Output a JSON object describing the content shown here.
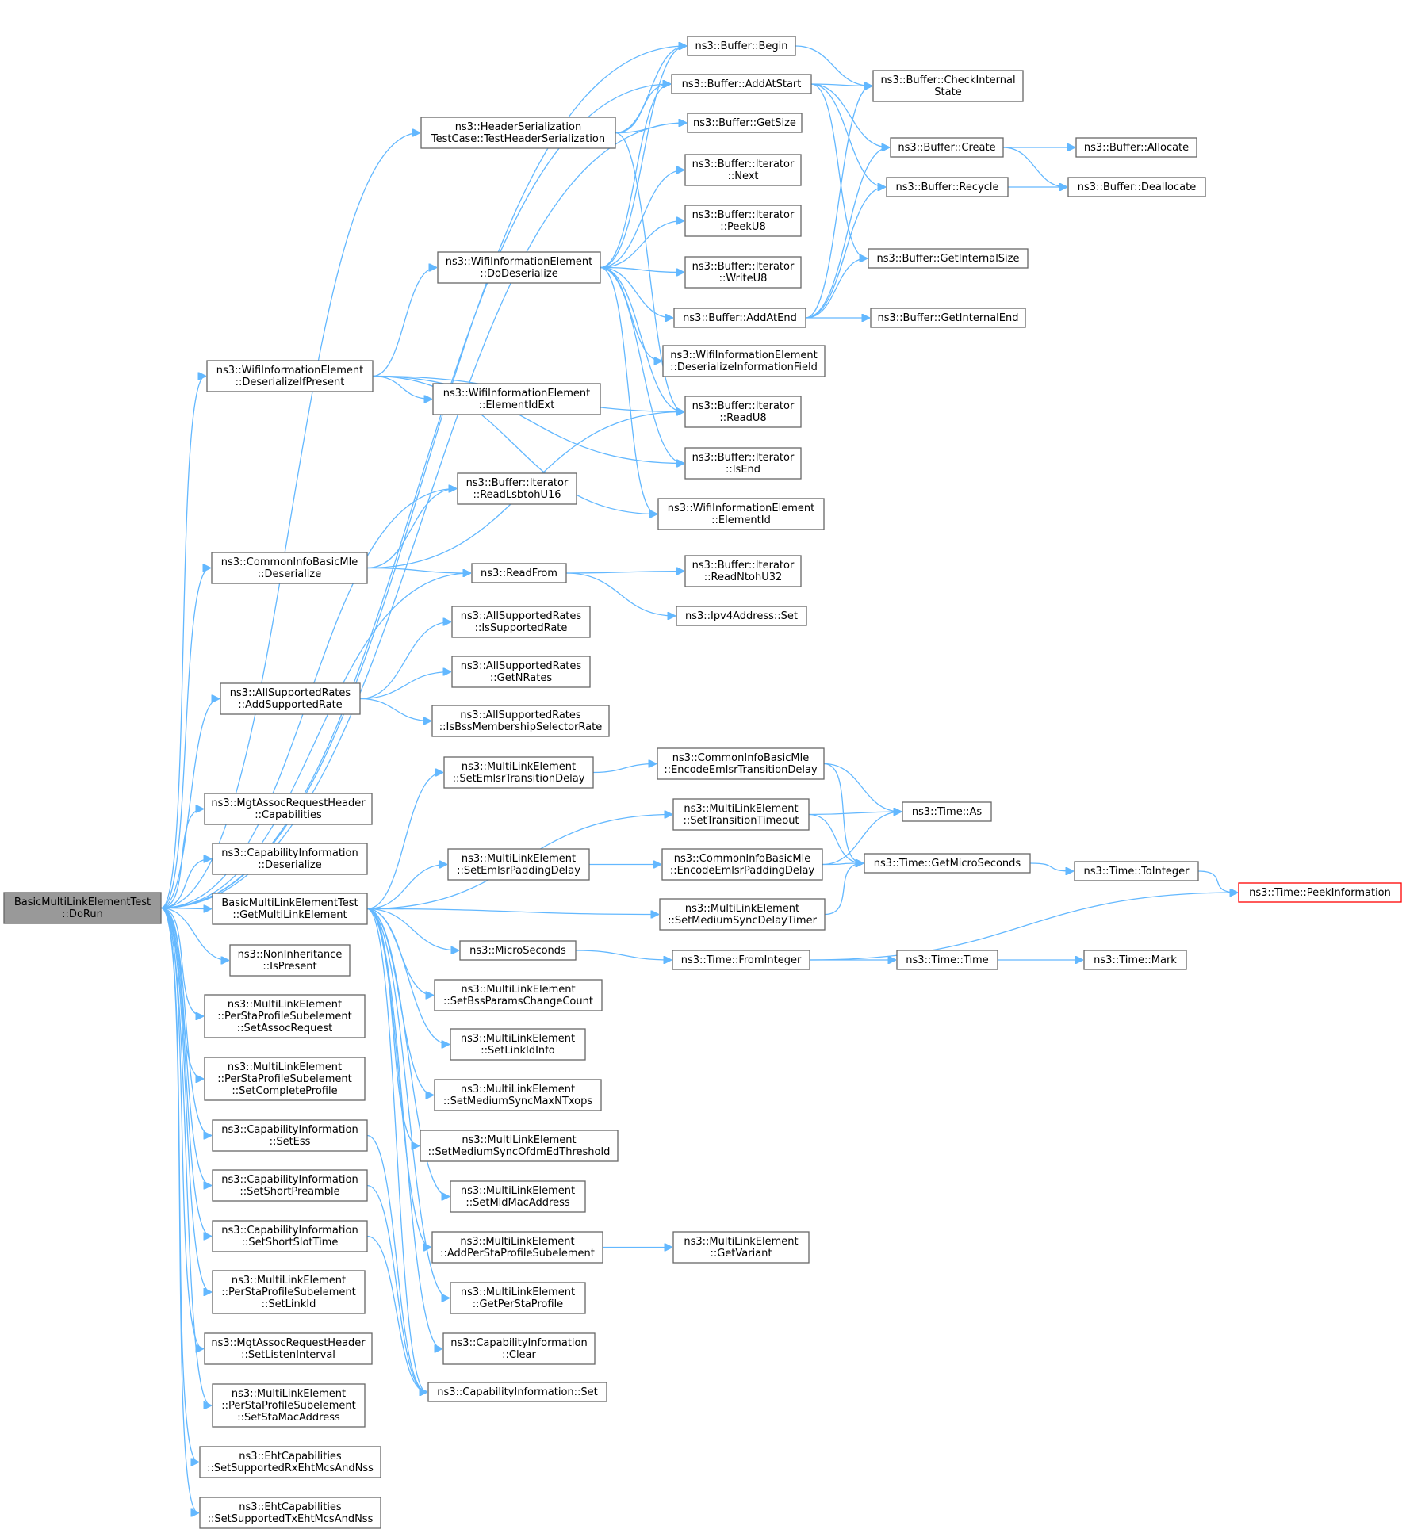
{
  "diagram": {
    "nodes": [
      {
        "id": "dorun",
        "lines": [
          "BasicMultiLinkElementTest",
          "::DoRun"
        ],
        "root": true
      },
      {
        "id": "begin",
        "lines": [
          "ns3::Buffer::Begin"
        ]
      },
      {
        "id": "addAtStart",
        "lines": [
          "ns3::Buffer::AddAtStart"
        ]
      },
      {
        "id": "checkInternal",
        "lines": [
          "ns3::Buffer::CheckInternal",
          "State"
        ]
      },
      {
        "id": "headerSer",
        "lines": [
          "ns3::HeaderSerialization",
          "TestCase::TestHeaderSerialization"
        ]
      },
      {
        "id": "getSize",
        "lines": [
          "ns3::Buffer::GetSize"
        ]
      },
      {
        "id": "create",
        "lines": [
          "ns3::Buffer::Create"
        ]
      },
      {
        "id": "allocate",
        "lines": [
          "ns3::Buffer::Allocate"
        ]
      },
      {
        "id": "recycle",
        "lines": [
          "ns3::Buffer::Recycle"
        ]
      },
      {
        "id": "deallocate",
        "lines": [
          "ns3::Buffer::Deallocate"
        ]
      },
      {
        "id": "itNext",
        "lines": [
          "ns3::Buffer::Iterator",
          "::Next"
        ]
      },
      {
        "id": "itPeekU8",
        "lines": [
          "ns3::Buffer::Iterator",
          "::PeekU8"
        ]
      },
      {
        "id": "wieDoDeser",
        "lines": [
          "ns3::WifiInformationElement",
          "::DoDeserialize"
        ]
      },
      {
        "id": "itWriteU8",
        "lines": [
          "ns3::Buffer::Iterator",
          "::WriteU8"
        ]
      },
      {
        "id": "getInternalSize",
        "lines": [
          "ns3::Buffer::GetInternalSize"
        ]
      },
      {
        "id": "addAtEnd",
        "lines": [
          "ns3::Buffer::AddAtEnd"
        ]
      },
      {
        "id": "getInternalEnd",
        "lines": [
          "ns3::Buffer::GetInternalEnd"
        ]
      },
      {
        "id": "wieDeserField",
        "lines": [
          "ns3::WifiInformationElement",
          "::DeserializeInformationField"
        ]
      },
      {
        "id": "wieDeserIfPresent",
        "lines": [
          "ns3::WifiInformationElement",
          "::DeserializeIfPresent"
        ]
      },
      {
        "id": "wieElementIdExt",
        "lines": [
          "ns3::WifiInformationElement",
          "::ElementIdExt"
        ]
      },
      {
        "id": "itReadU8",
        "lines": [
          "ns3::Buffer::Iterator",
          "::ReadU8"
        ]
      },
      {
        "id": "itIsEnd",
        "lines": [
          "ns3::Buffer::Iterator",
          "::IsEnd"
        ]
      },
      {
        "id": "itReadLsb",
        "lines": [
          "ns3::Buffer::Iterator",
          "::ReadLsbtohU16"
        ]
      },
      {
        "id": "wieElementId",
        "lines": [
          "ns3::WifiInformationElement",
          "::ElementId"
        ]
      },
      {
        "id": "ciDeser",
        "lines": [
          "ns3::CommonInfoBasicMle",
          "::Deserialize"
        ]
      },
      {
        "id": "readFrom",
        "lines": [
          "ns3::ReadFrom"
        ]
      },
      {
        "id": "itReadNtoh",
        "lines": [
          "ns3::Buffer::Iterator",
          "::ReadNtohU32"
        ]
      },
      {
        "id": "ipv4Set",
        "lines": [
          "ns3::Ipv4Address::Set"
        ]
      },
      {
        "id": "asrIsSupported",
        "lines": [
          "ns3::AllSupportedRates",
          "::IsSupportedRate"
        ]
      },
      {
        "id": "asrAdd",
        "lines": [
          "ns3::AllSupportedRates",
          "::AddSupportedRate"
        ]
      },
      {
        "id": "asrGetNRates",
        "lines": [
          "ns3::AllSupportedRates",
          "::GetNRates"
        ]
      },
      {
        "id": "asrIsBss",
        "lines": [
          "ns3::AllSupportedRates",
          "::IsBssMembershipSelectorRate"
        ]
      },
      {
        "id": "mleSetEmlsrTrans",
        "lines": [
          "ns3::MultiLinkElement",
          "::SetEmlsrTransitionDelay"
        ]
      },
      {
        "id": "ciEncodeTrans",
        "lines": [
          "ns3::CommonInfoBasicMle",
          "::EncodeEmlsrTransitionDelay"
        ]
      },
      {
        "id": "mgtCaps",
        "lines": [
          "ns3::MgtAssocRequestHeader",
          "::Capabilities"
        ]
      },
      {
        "id": "mleSetTransTimeout",
        "lines": [
          "ns3::MultiLinkElement",
          "::SetTransitionTimeout"
        ]
      },
      {
        "id": "timeAs",
        "lines": [
          "ns3::Time::As"
        ]
      },
      {
        "id": "capDeser",
        "lines": [
          "ns3::CapabilityInformation",
          "::Deserialize"
        ]
      },
      {
        "id": "mleSetEmlsrPad",
        "lines": [
          "ns3::MultiLinkElement",
          "::SetEmlsrPaddingDelay"
        ]
      },
      {
        "id": "ciEncodePad",
        "lines": [
          "ns3::CommonInfoBasicMle",
          "::EncodeEmlsrPaddingDelay"
        ]
      },
      {
        "id": "timeGetMicro",
        "lines": [
          "ns3::Time::GetMicroSeconds"
        ]
      },
      {
        "id": "timeToInteger",
        "lines": [
          "ns3::Time::ToInteger"
        ]
      },
      {
        "id": "timePeekInfo",
        "lines": [
          "ns3::Time::PeekInformation"
        ],
        "warn": true
      },
      {
        "id": "getMle",
        "lines": [
          "BasicMultiLinkElementTest",
          "::GetMultiLinkElement"
        ]
      },
      {
        "id": "mleSetMedSyncTimer",
        "lines": [
          "ns3::MultiLinkElement",
          "::SetMediumSyncDelayTimer"
        ]
      },
      {
        "id": "microSeconds",
        "lines": [
          "ns3::MicroSeconds"
        ]
      },
      {
        "id": "timeFromInteger",
        "lines": [
          "ns3::Time::FromInteger"
        ]
      },
      {
        "id": "timeTime",
        "lines": [
          "ns3::Time::Time"
        ]
      },
      {
        "id": "timeMark",
        "lines": [
          "ns3::Time::Mark"
        ]
      },
      {
        "id": "nonInhIsPresent",
        "lines": [
          "ns3::NonInheritance",
          "::IsPresent"
        ]
      },
      {
        "id": "mleSetBssParams",
        "lines": [
          "ns3::MultiLinkElement",
          "::SetBssParamsChangeCount"
        ]
      },
      {
        "id": "pspSetAssocReq",
        "lines": [
          "ns3::MultiLinkElement",
          "::PerStaProfileSubelement",
          "::SetAssocRequest"
        ]
      },
      {
        "id": "mleSetLinkIdInfo",
        "lines": [
          "ns3::MultiLinkElement",
          "::SetLinkIdInfo"
        ]
      },
      {
        "id": "pspSetComplete",
        "lines": [
          "ns3::MultiLinkElement",
          "::PerStaProfileSubelement",
          "::SetCompleteProfile"
        ]
      },
      {
        "id": "mleSetMedSyncMax",
        "lines": [
          "ns3::MultiLinkElement",
          "::SetMediumSyncMaxNTxops"
        ]
      },
      {
        "id": "capSetEss",
        "lines": [
          "ns3::CapabilityInformation",
          "::SetEss"
        ]
      },
      {
        "id": "mleSetMedSyncOfdm",
        "lines": [
          "ns3::MultiLinkElement",
          "::SetMediumSyncOfdmEdThreshold"
        ]
      },
      {
        "id": "capSetShortPre",
        "lines": [
          "ns3::CapabilityInformation",
          "::SetShortPreamble"
        ]
      },
      {
        "id": "mleSetMldMac",
        "lines": [
          "ns3::MultiLinkElement",
          "::SetMldMacAddress"
        ]
      },
      {
        "id": "capSetShortSlot",
        "lines": [
          "ns3::CapabilityInformation",
          "::SetShortSlotTime"
        ]
      },
      {
        "id": "mleAddPsp",
        "lines": [
          "ns3::MultiLinkElement",
          "::AddPerStaProfileSubelement"
        ]
      },
      {
        "id": "mleGetVariant",
        "lines": [
          "ns3::MultiLinkElement",
          "::GetVariant"
        ]
      },
      {
        "id": "pspSetLinkId",
        "lines": [
          "ns3::MultiLinkElement",
          "::PerStaProfileSubelement",
          "::SetLinkId"
        ]
      },
      {
        "id": "mleGetPsp",
        "lines": [
          "ns3::MultiLinkElement",
          "::GetPerStaProfile"
        ]
      },
      {
        "id": "mgtSetListen",
        "lines": [
          "ns3::MgtAssocRequestHeader",
          "::SetListenInterval"
        ]
      },
      {
        "id": "capClear",
        "lines": [
          "ns3::CapabilityInformation",
          "::Clear"
        ]
      },
      {
        "id": "pspSetStaMac",
        "lines": [
          "ns3::MultiLinkElement",
          "::PerStaProfileSubelement",
          "::SetStaMacAddress"
        ]
      },
      {
        "id": "capSet",
        "lines": [
          "ns3::CapabilityInformation::Set"
        ]
      },
      {
        "id": "ehtSetRx",
        "lines": [
          "ns3::EhtCapabilities",
          "::SetSupportedRxEhtMcsAndNss"
        ]
      },
      {
        "id": "ehtSetTx",
        "lines": [
          "ns3::EhtCapabilities",
          "::SetSupportedTxEhtMcsAndNss"
        ]
      }
    ],
    "edges": [
      [
        "dorun",
        "begin"
      ],
      [
        "dorun",
        "addAtStart"
      ],
      [
        "dorun",
        "headerSer"
      ],
      [
        "dorun",
        "getSize"
      ],
      [
        "dorun",
        "wieDeserIfPresent"
      ],
      [
        "dorun",
        "itReadLsb"
      ],
      [
        "dorun",
        "ciDeser"
      ],
      [
        "dorun",
        "readFrom"
      ],
      [
        "dorun",
        "asrAdd"
      ],
      [
        "dorun",
        "mgtCaps"
      ],
      [
        "dorun",
        "capDeser"
      ],
      [
        "dorun",
        "getMle"
      ],
      [
        "dorun",
        "nonInhIsPresent"
      ],
      [
        "dorun",
        "pspSetAssocReq"
      ],
      [
        "dorun",
        "pspSetComplete"
      ],
      [
        "dorun",
        "capSetEss"
      ],
      [
        "dorun",
        "capSetShortPre"
      ],
      [
        "dorun",
        "capSetShortSlot"
      ],
      [
        "dorun",
        "pspSetLinkId"
      ],
      [
        "dorun",
        "mgtSetListen"
      ],
      [
        "dorun",
        "pspSetStaMac"
      ],
      [
        "dorun",
        "ehtSetRx"
      ],
      [
        "dorun",
        "ehtSetTx"
      ],
      [
        "begin",
        "checkInternal"
      ],
      [
        "addAtStart",
        "checkInternal"
      ],
      [
        "addAtStart",
        "create"
      ],
      [
        "addAtStart",
        "recycle"
      ],
      [
        "addAtStart",
        "getInternalSize"
      ],
      [
        "headerSer",
        "begin"
      ],
      [
        "headerSer",
        "addAtStart"
      ],
      [
        "headerSer",
        "getSize"
      ],
      [
        "headerSer",
        "itReadU8"
      ],
      [
        "create",
        "allocate"
      ],
      [
        "create",
        "deallocate"
      ],
      [
        "recycle",
        "deallocate"
      ],
      [
        "wieDoDeser",
        "begin"
      ],
      [
        "wieDoDeser",
        "addAtStart"
      ],
      [
        "wieDoDeser",
        "itNext"
      ],
      [
        "wieDoDeser",
        "itPeekU8"
      ],
      [
        "wieDoDeser",
        "itWriteU8"
      ],
      [
        "wieDoDeser",
        "addAtEnd"
      ],
      [
        "wieDoDeser",
        "wieDeserField"
      ],
      [
        "wieDoDeser",
        "itReadU8"
      ],
      [
        "wieDoDeser",
        "itIsEnd"
      ],
      [
        "wieDoDeser",
        "wieElementId"
      ],
      [
        "addAtEnd",
        "checkInternal"
      ],
      [
        "addAtEnd",
        "create"
      ],
      [
        "addAtEnd",
        "recycle"
      ],
      [
        "addAtEnd",
        "getInternalSize"
      ],
      [
        "addAtEnd",
        "getInternalEnd"
      ],
      [
        "wieDeserIfPresent",
        "wieDoDeser"
      ],
      [
        "wieDeserIfPresent",
        "wieElementIdExt"
      ],
      [
        "wieDeserIfPresent",
        "itReadU8"
      ],
      [
        "wieDeserIfPresent",
        "itIsEnd"
      ],
      [
        "wieDeserIfPresent",
        "wieElementId"
      ],
      [
        "ciDeser",
        "itReadLsb"
      ],
      [
        "ciDeser",
        "itReadU8"
      ],
      [
        "ciDeser",
        "readFrom"
      ],
      [
        "readFrom",
        "itReadNtoh"
      ],
      [
        "readFrom",
        "ipv4Set"
      ],
      [
        "asrAdd",
        "asrIsSupported"
      ],
      [
        "asrAdd",
        "asrGetNRates"
      ],
      [
        "asrAdd",
        "asrIsBss"
      ],
      [
        "mleSetEmlsrTrans",
        "ciEncodeTrans"
      ],
      [
        "ciEncodeTrans",
        "timeAs"
      ],
      [
        "ciEncodeTrans",
        "timeGetMicro"
      ],
      [
        "mleSetTransTimeout",
        "timeAs"
      ],
      [
        "mleSetTransTimeout",
        "timeGetMicro"
      ],
      [
        "mleSetEmlsrPad",
        "ciEncodePad"
      ],
      [
        "ciEncodePad",
        "timeAs"
      ],
      [
        "ciEncodePad",
        "timeGetMicro"
      ],
      [
        "timeGetMicro",
        "timeToInteger"
      ],
      [
        "timeToInteger",
        "timePeekInfo"
      ],
      [
        "mleSetMedSyncTimer",
        "timeGetMicro"
      ],
      [
        "getMle",
        "mleSetEmlsrTrans"
      ],
      [
        "getMle",
        "mleSetTransTimeout"
      ],
      [
        "getMle",
        "mleSetEmlsrPad"
      ],
      [
        "getMle",
        "mleSetMedSyncTimer"
      ],
      [
        "getMle",
        "microSeconds"
      ],
      [
        "getMle",
        "mleSetBssParams"
      ],
      [
        "getMle",
        "mleSetLinkIdInfo"
      ],
      [
        "getMle",
        "mleSetMedSyncMax"
      ],
      [
        "getMle",
        "mleSetMedSyncOfdm"
      ],
      [
        "getMle",
        "mleSetMldMac"
      ],
      [
        "getMle",
        "mleAddPsp"
      ],
      [
        "getMle",
        "mleGetPsp"
      ],
      [
        "getMle",
        "capClear"
      ],
      [
        "getMle",
        "capSet"
      ],
      [
        "microSeconds",
        "timeFromInteger"
      ],
      [
        "timeFromInteger",
        "timePeekInfo"
      ],
      [
        "timeFromInteger",
        "timeTime"
      ],
      [
        "timeTime",
        "timeMark"
      ],
      [
        "mleAddPsp",
        "mleGetVariant"
      ],
      [
        "capSetEss",
        "capSet"
      ],
      [
        "capSetShortPre",
        "capSet"
      ],
      [
        "capSetShortSlot",
        "capSet"
      ]
    ]
  }
}
